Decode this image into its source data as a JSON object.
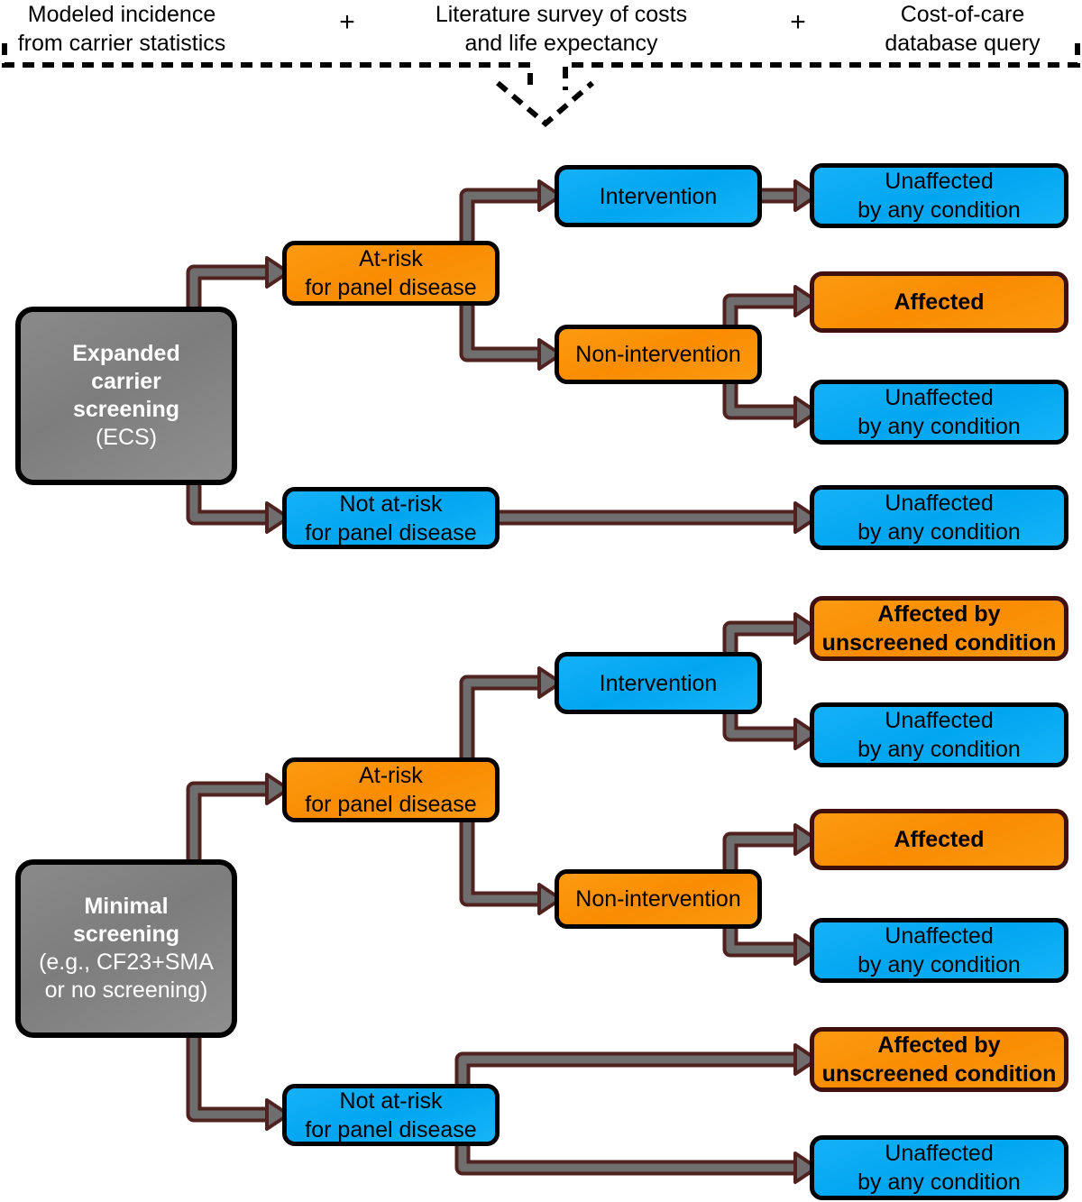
{
  "header": {
    "sources": [
      {
        "id": "source-incidence",
        "text": "Modeled incidence\nfrom carrier statistics"
      },
      {
        "id": "source-literature",
        "text": "Literature survey of costs\nand life expectancy"
      },
      {
        "id": "source-database",
        "text": "Cost-of-care\ndatabase query"
      }
    ],
    "plus1": "+",
    "plus2": "+"
  },
  "colors": {
    "orange": "#fa8c00",
    "blue": "#00a6f0",
    "gray": "#828282",
    "connector_fill": "#6e6e6e",
    "connector_stroke": "#4f2220",
    "orange_border_muted": "#40100e",
    "black": "#000000"
  },
  "trees": [
    {
      "id": "ecs-tree",
      "root": "Expanded\ncarrier\nscreening",
      "root_sub": "(ECS)",
      "nodes": {
        "at_risk": "At-risk\nfor panel disease",
        "not_at_risk": "Not at-risk\nfor panel disease",
        "intervention": "Intervention",
        "non_intervention": "Non-intervention"
      },
      "outcomes": {
        "intervention_unaffected": "Unaffected\nby any condition",
        "nonintervention_affected": "Affected",
        "nonintervention_unaffected": "Unaffected\nby any condition",
        "notatrisk_unaffected": "Unaffected\nby any condition"
      }
    },
    {
      "id": "minimal-tree",
      "root": "Minimal\nscreening",
      "root_sub": "(e.g., CF23+SMA\nor no screening)",
      "nodes": {
        "at_risk": "At-risk\nfor panel disease",
        "not_at_risk": "Not at-risk\nfor panel disease",
        "intervention": "Intervention",
        "non_intervention": "Non-intervention"
      },
      "outcomes": {
        "intervention_affected_unscreened": "Affected by\nunscreened condition",
        "intervention_unaffected": "Unaffected\nby any condition",
        "nonintervention_affected": "Affected",
        "nonintervention_unaffected": "Unaffected\nby any condition",
        "notatrisk_affected_unscreened": "Affected by\nunscreened condition",
        "notatrisk_unaffected": "Unaffected\nby any condition"
      }
    }
  ]
}
